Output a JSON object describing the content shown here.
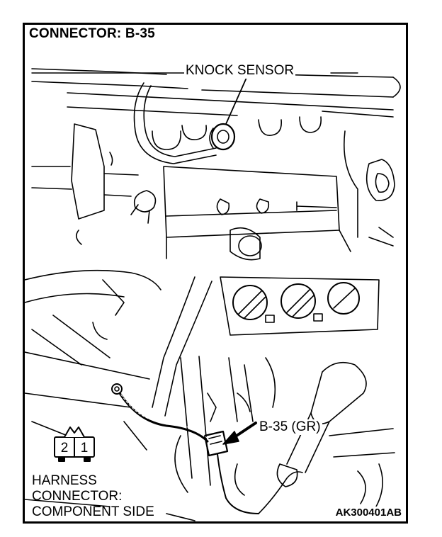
{
  "title": "CONNECTOR: B-35",
  "callouts": {
    "knock_sensor": "KNOCK SENSOR",
    "connector": "B-35 (GR)"
  },
  "harness": {
    "line1": "HARNESS",
    "line2": "CONNECTOR:",
    "line3": "COMPONENT SIDE",
    "pins": [
      "2",
      "1"
    ]
  },
  "figure_code": "AK300401AB"
}
